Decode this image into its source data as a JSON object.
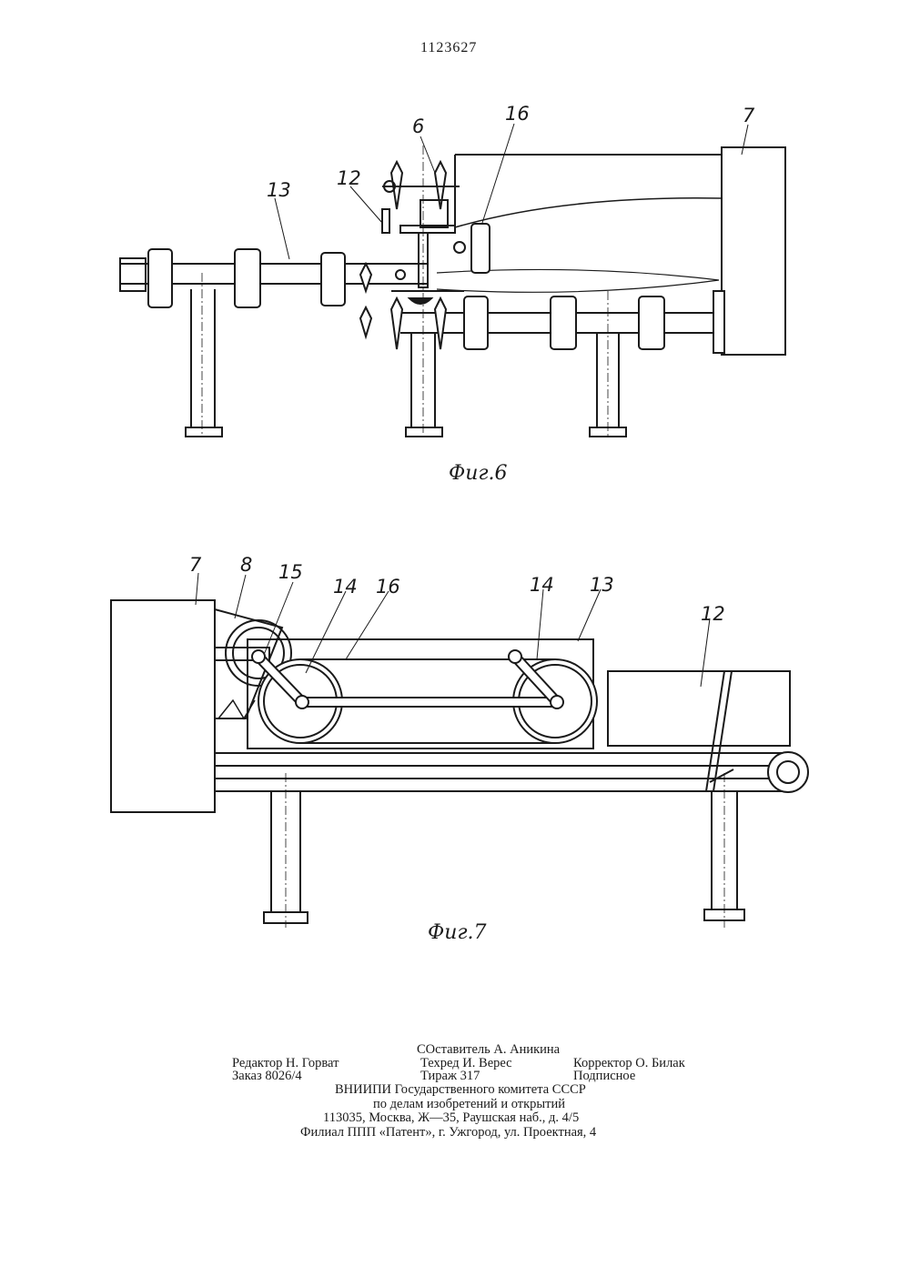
{
  "header": {
    "patent_number": "1123627"
  },
  "fig6": {
    "caption": "Фиг.6",
    "labels": [
      "6",
      "16",
      "7",
      "12",
      "13"
    ]
  },
  "fig7": {
    "caption": "Фиг.7",
    "labels": [
      "7",
      "8",
      "15",
      "14",
      "16",
      "14",
      "13",
      "12"
    ]
  },
  "imprint": {
    "compiler": "СОставитель А. Аникина",
    "editor": "Редактор Н. Горват",
    "techred": "Техред И. Верес",
    "corrector": "Корректор О. Билак",
    "order": "Заказ 8026/4",
    "circulation": "Тираж 317",
    "subscription": "Подписное",
    "org_line1": "ВНИИПИ  Государственного  комитета  СССР",
    "org_line2": "по  делам  изобретений  и  открытий",
    "address": "113035,  Москва,  Ж—35,  Раушская  наб.,  д.  4/5",
    "branch": "Филиал  ППП  «Патент»,  г.  Ужгород,  ул.  Проектная,  4"
  }
}
